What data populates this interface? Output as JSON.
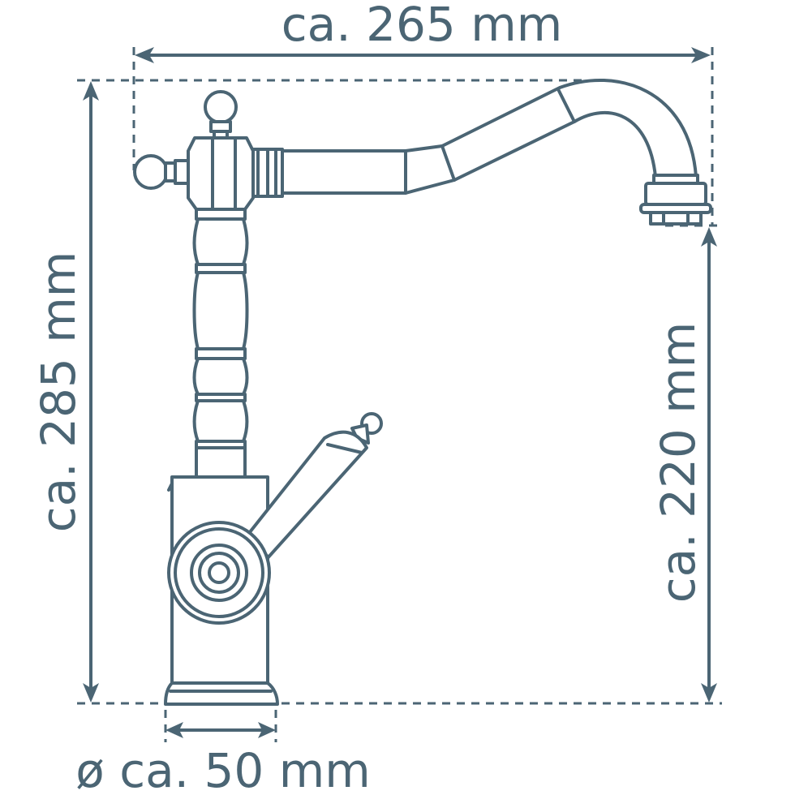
{
  "colors": {
    "line": "#4b6574",
    "background": "#ffffff"
  },
  "dimensions": {
    "width_label": "ca. 265 mm",
    "total_height_label": "ca. 285 mm",
    "spout_height_label": "ca. 220 mm",
    "base_diameter_label": "ø ca. 50 mm"
  }
}
